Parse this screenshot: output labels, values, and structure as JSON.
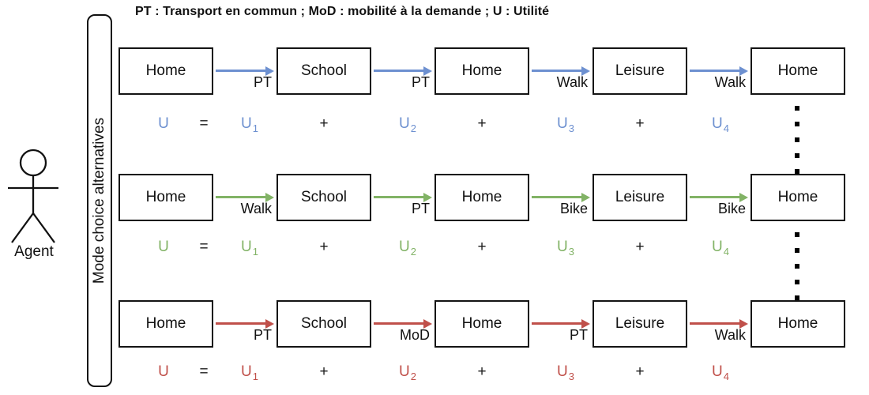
{
  "legend": {
    "text": "PT : Transport en commun ; MoD : mobilité à la demande ; U : Utilité"
  },
  "agent": {
    "label": "Agent"
  },
  "selector": {
    "label": "Mode choice alternatives"
  },
  "alternatives": [
    {
      "name": "alternative-1",
      "color": "#6d90d0",
      "activities": [
        "Home",
        "School",
        "Home",
        "Leisure",
        "Home"
      ],
      "trip_modes": [
        "PT",
        "PT",
        "Walk",
        "Walk"
      ],
      "utility": {
        "total": "U",
        "equals": "=",
        "plus": "+",
        "terms": [
          {
            "base": "U",
            "sub": "1"
          },
          {
            "base": "U",
            "sub": "2"
          },
          {
            "base": "U",
            "sub": "3"
          },
          {
            "base": "U",
            "sub": "4"
          }
        ]
      }
    },
    {
      "name": "alternative-2",
      "color": "#82b366",
      "activities": [
        "Home",
        "School",
        "Home",
        "Leisure",
        "Home"
      ],
      "trip_modes": [
        "Walk",
        "PT",
        "Bike",
        "Bike"
      ],
      "utility": {
        "total": "U",
        "equals": "=",
        "plus": "+",
        "terms": [
          {
            "base": "U",
            "sub": "1"
          },
          {
            "base": "U",
            "sub": "2"
          },
          {
            "base": "U",
            "sub": "3"
          },
          {
            "base": "U",
            "sub": "4"
          }
        ]
      }
    },
    {
      "name": "alternative-3",
      "color": "#c0504a",
      "activities": [
        "Home",
        "School",
        "Home",
        "Leisure",
        "Home"
      ],
      "trip_modes": [
        "PT",
        "MoD",
        "PT",
        "Walk"
      ],
      "utility": {
        "total": "U",
        "equals": "=",
        "plus": "+",
        "terms": [
          {
            "base": "U",
            "sub": "1"
          },
          {
            "base": "U",
            "sub": "2"
          },
          {
            "base": "U",
            "sub": "3"
          },
          {
            "base": "U",
            "sub": "4"
          }
        ]
      }
    }
  ]
}
